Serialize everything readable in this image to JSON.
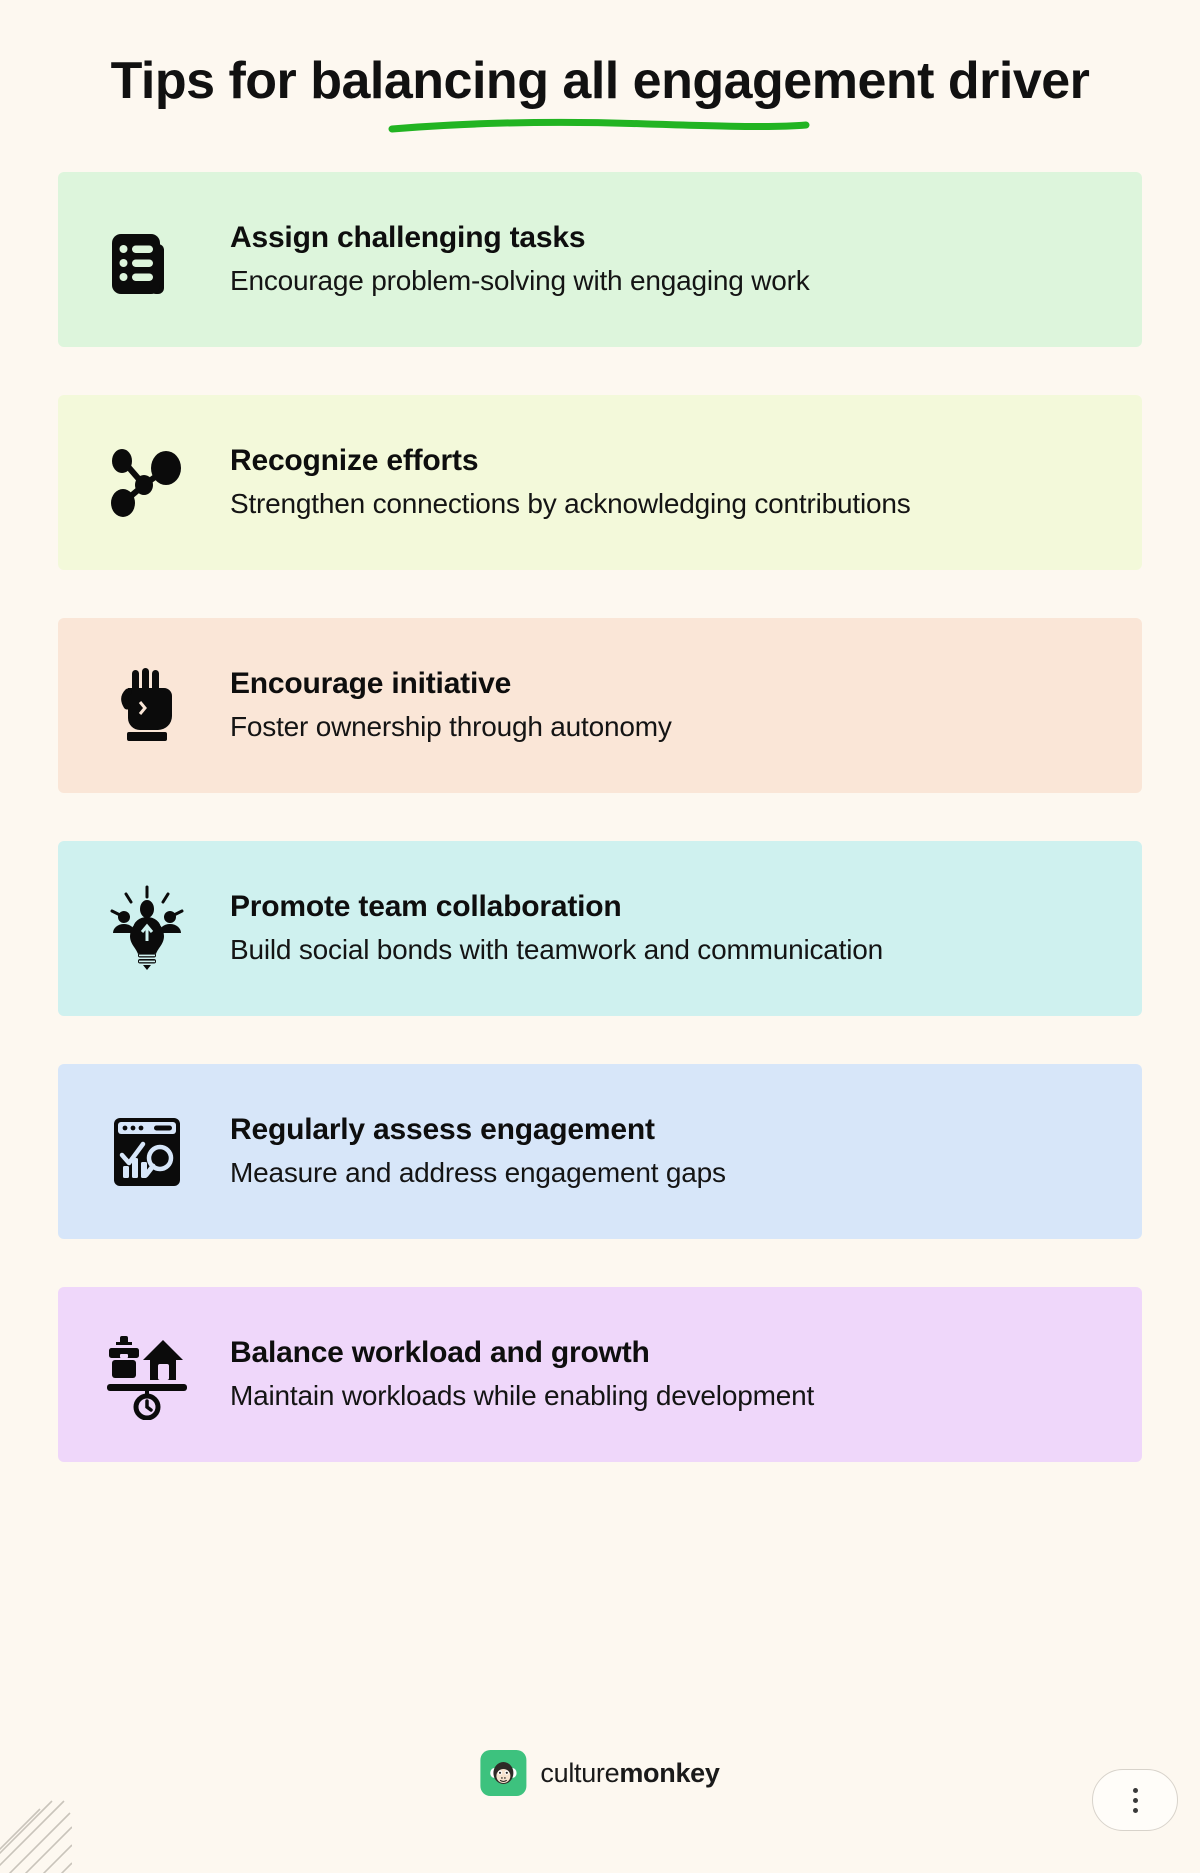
{
  "page": {
    "background_color": "#FDF8F0",
    "title": "Tips for balancing all engagement driver",
    "underline_color": "#22B422"
  },
  "cards": [
    {
      "title": "Assign challenging tasks",
      "subtitle": "Encourage problem-solving with engaging work",
      "background_color": "#DDF5DC",
      "icon": "checklist-document-icon"
    },
    {
      "title": "Recognize efforts",
      "subtitle": "Strengthen connections by acknowledging contributions",
      "background_color": "#F3F9DA",
      "icon": "network-nodes-icon"
    },
    {
      "title": "Encourage initiative",
      "subtitle": "Foster ownership through autonomy",
      "background_color": "#FAE6D7",
      "icon": "raised-fist-icon"
    },
    {
      "title": "Promote team collaboration",
      "subtitle": "Build social bonds with teamwork and communication",
      "background_color": "#CFF1EF",
      "icon": "lightbulb-team-idea-icon"
    },
    {
      "title": "Regularly assess engagement",
      "subtitle": "Measure and address engagement gaps",
      "background_color": "#D7E6F9",
      "icon": "analytics-dashboard-search-icon"
    },
    {
      "title": "Balance workload and growth",
      "subtitle": "Maintain workloads while enabling development",
      "background_color": "#EFD7FA",
      "icon": "work-life-balance-scale-icon"
    }
  ],
  "footer": {
    "brand_name_light": "culture",
    "brand_name_bold": "monkey",
    "brand_mark_icon": "monkey-logo-icon",
    "brand_mark_color": "#3DC27E",
    "menu_icon": "kebab-menu-icon",
    "decoration_icon": "diagonal-hatch-decoration"
  }
}
